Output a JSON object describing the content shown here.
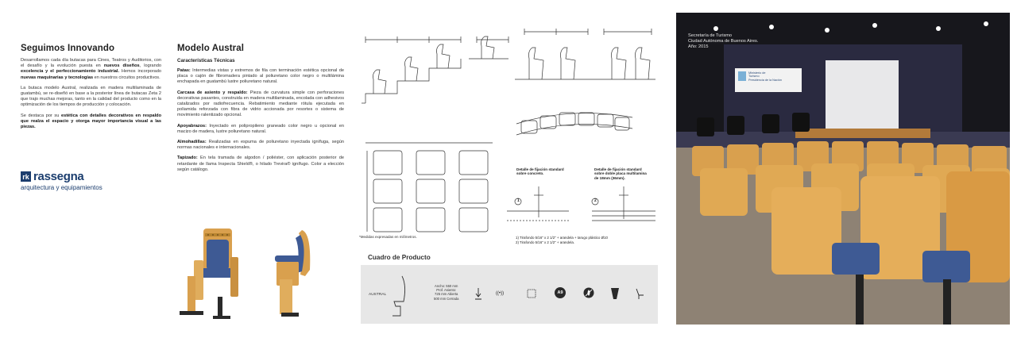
{
  "panel1": {
    "title": "Seguimos Innovando",
    "p1_a": "Desarrollamos cada día butacas para Cines, Teatros y Auditorios, con el desafío y la evolución puesta en ",
    "p1_b": "nuevos diseños",
    "p1_c": ", logrando ",
    "p1_d": "excelencia y el perfeccionamiento industrial.",
    "p1_e": " Hemos incorporado ",
    "p1_f": "nuevas maquinarias y tecnologías",
    "p1_g": " en nuestros circuitos productivos.",
    "p2": "La butaca modelo Austral, realizada en madera multilaminada de guatambú, se re-diseñó en base a la posterior línea de butacas Zeta 2 que trajo muchas mejoras, tanto en la calidad del producto como en la optimización de los tiempos de producción y colocación.",
    "p3_a": "Se destaca por su ",
    "p3_b": "estética con detalles decorativos en respaldo que realza el espacio y otorga mayor importancia visual a las piezas.",
    "brand_mark": "rk",
    "brand_name": "rassegna",
    "brand_tagline": "arquitectura y equipamientos"
  },
  "panel2": {
    "title": "Modelo Austral",
    "subtitle": "Características Técnicas",
    "specs": [
      {
        "label": "Patas:",
        "text": " Intermedias vistas y extremos de fila con terminación estética opcional de placa o cajón de fibromadera pintado al poliuretano color negro o multilámina enchapada en guatambú lustre poliuretano natural."
      },
      {
        "label": "Carcasa de asiento y respaldo:",
        "text": " Pieza de curvatura simple con perforaciones decorativas pasantes, construida en madera multilaminada, encolada con adhesivos catalizados por radiofrecuencia. Rebatimiento mediante rótula ejecutada en poliamida reforzada con fibra de vidrio accionada por resortes o sistema de movimiento ralentizado opcional."
      },
      {
        "label": "Apoyabrazos:",
        "text": " Inyectado en polipropileno graneado color negro u opcional en macizo de madera, lustre poliuretano natural."
      },
      {
        "label": "Almohadillas:",
        "text": " Realizadas en espuma de poliuretano inyectada ignífuga, según normas nacionales e internacionales."
      },
      {
        "label": "Tapizado:",
        "text": " En tela tramada de algodon / poliéster, con aplicación posterior de retardante de llama Inspecta Shield®, o hilado Trevira® ignífugo. Color a elección según catálogo."
      }
    ]
  },
  "panel3": {
    "footnote": "*Medidas expresadas en milímetros.",
    "detail1": "Detalle de fijación standard sobre concreto.",
    "detail2": "Detalle de fijación standard sobre doble placa multilamina de 18mm (36mm).",
    "legend1": "1) Tirafondo 5/16\" x 2 1/2\" + arandela + tarugo plástico Ø10",
    "legend2": "2) Tirafondo 5/16\" x 2 1/2\" + arandela.",
    "cuadro_title": "Cuadro de Producto",
    "cuadro_model": "AUSTRAL",
    "dims": [
      "Ancho: 550 mm",
      "Prof. Asiento:",
      "725 mm Abierta",
      "500 mm Cerrada"
    ],
    "icon_a9": "A9",
    "icon_signal": "((•))",
    "markers": [
      "1",
      "2"
    ]
  },
  "panel4": {
    "caption": [
      "Secretaría de Turismo",
      "Ciudad Autónoma de Buenos Aires.",
      "Año: 2015"
    ],
    "banner_line1": "Ministerio de",
    "banner_line2": "Turismo",
    "banner_line3": "Presidencia de la Nación"
  },
  "colors": {
    "brand": "#1b3d6e",
    "wood": "#d9a04e",
    "upholstery": "#3e5a94",
    "panel_gray": "#e7e7e7"
  }
}
